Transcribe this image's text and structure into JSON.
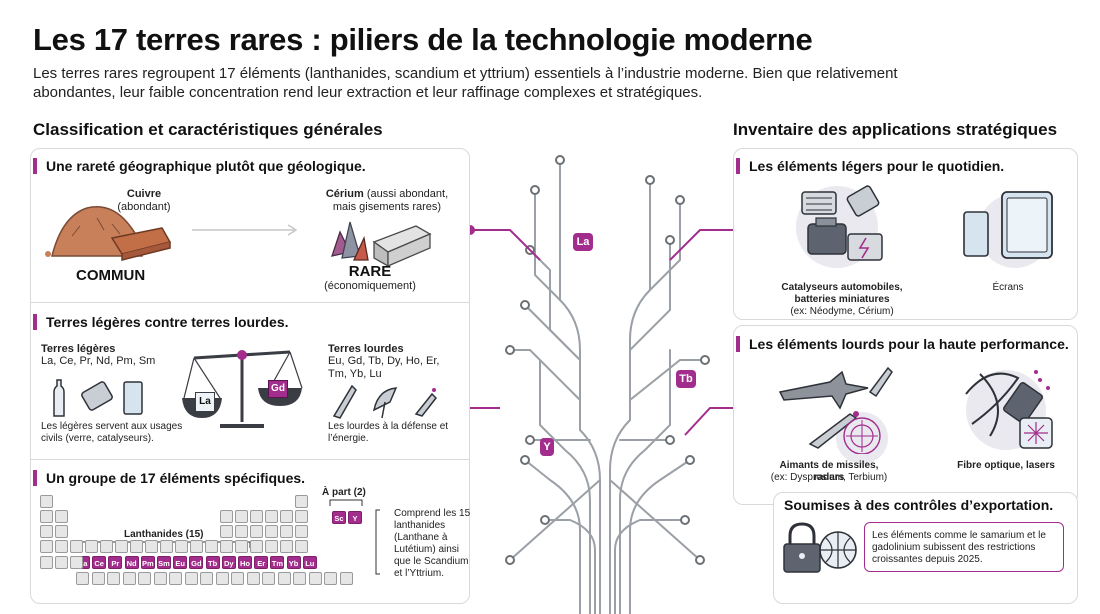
{
  "title": "Les 17 terres rares : piliers de la technologie moderne",
  "intro": "Les terres rares regroupent 17 éléments (lanthanides, scandium et yttrium) essentiels à l’industrie moderne. Bien que relativement abondantes, leur faible concentration rend leur extraction et leur raffinage complexes et stratégiques.",
  "left": {
    "heading": "Classification et caractéristiques générales",
    "rarity": {
      "title": "Une rareté géographique plutôt que géologique.",
      "copper_label": "Cuivre",
      "copper_sub": "(abondant)",
      "common": "COMMUN",
      "cerium_label": "Cérium",
      "cerium_sub": "(aussi abondant, mais gisements rares)",
      "rare": "RARE",
      "rare_sub": "(économiquement)"
    },
    "light_heavy": {
      "title": "Terres légères contre terres lourdes.",
      "light_title": "Terres légères",
      "light_elements": "La, Ce, Pr, Nd, Pm, Sm",
      "light_usage": "Les légères servent aux usages civils (verre, catalyseurs).",
      "heavy_title": "Terres lourdes",
      "heavy_elements": "Eu, Gd, Tb, Dy, Ho, Er, Tm, Yb, Lu",
      "heavy_usage": "Les lourdes à la défense et l’énergie.",
      "scale_left": "La",
      "scale_right": "Gd"
    },
    "group": {
      "title": "Un groupe de 17 éléments spécifiques.",
      "apart_label": "À part (2)",
      "apart": [
        "Sc",
        "Y"
      ],
      "lanthanides_label": "Lanthanides (15)",
      "lanthanides": [
        "La",
        "Ce",
        "Pr",
        "Nd",
        "Pm",
        "Sm",
        "Eu",
        "Gd",
        "Tb",
        "Dy",
        "Ho",
        "Er",
        "Tm",
        "Yb",
        "Lu"
      ],
      "note": "Comprend les 15 lanthanides (Lanthane à Lutétium) ainsi que le Scandium et l’Yttrium."
    }
  },
  "tree_tags": [
    "La",
    "Tb",
    "Y"
  ],
  "right": {
    "heading": "Inventaire des applications stratégiques",
    "light": {
      "title": "Les éléments légers pour le quotidien.",
      "auto_label": "Catalyseurs automobiles, batteries miniatures",
      "auto_sub": "(ex: Néodyme, Cérium)",
      "screens_label": "Écrans"
    },
    "heavy": {
      "title": "Les éléments lourds pour la haute performance.",
      "missiles_label": "Aimants de missiles, radars",
      "missiles_sub": "(ex: Dysprosium, Terbium)",
      "fiber_label": "Fibre optique, lasers"
    },
    "export": {
      "title": "Soumises à des contrôles d’exportation.",
      "note": "Les éléments comme le samarium et le gadolinium subissent des restrictions croissantes depuis 2025."
    }
  },
  "colors": {
    "accent": "#a32d8d",
    "panel_border": "#d9d9d9",
    "circuit": "#9aa0a6"
  }
}
